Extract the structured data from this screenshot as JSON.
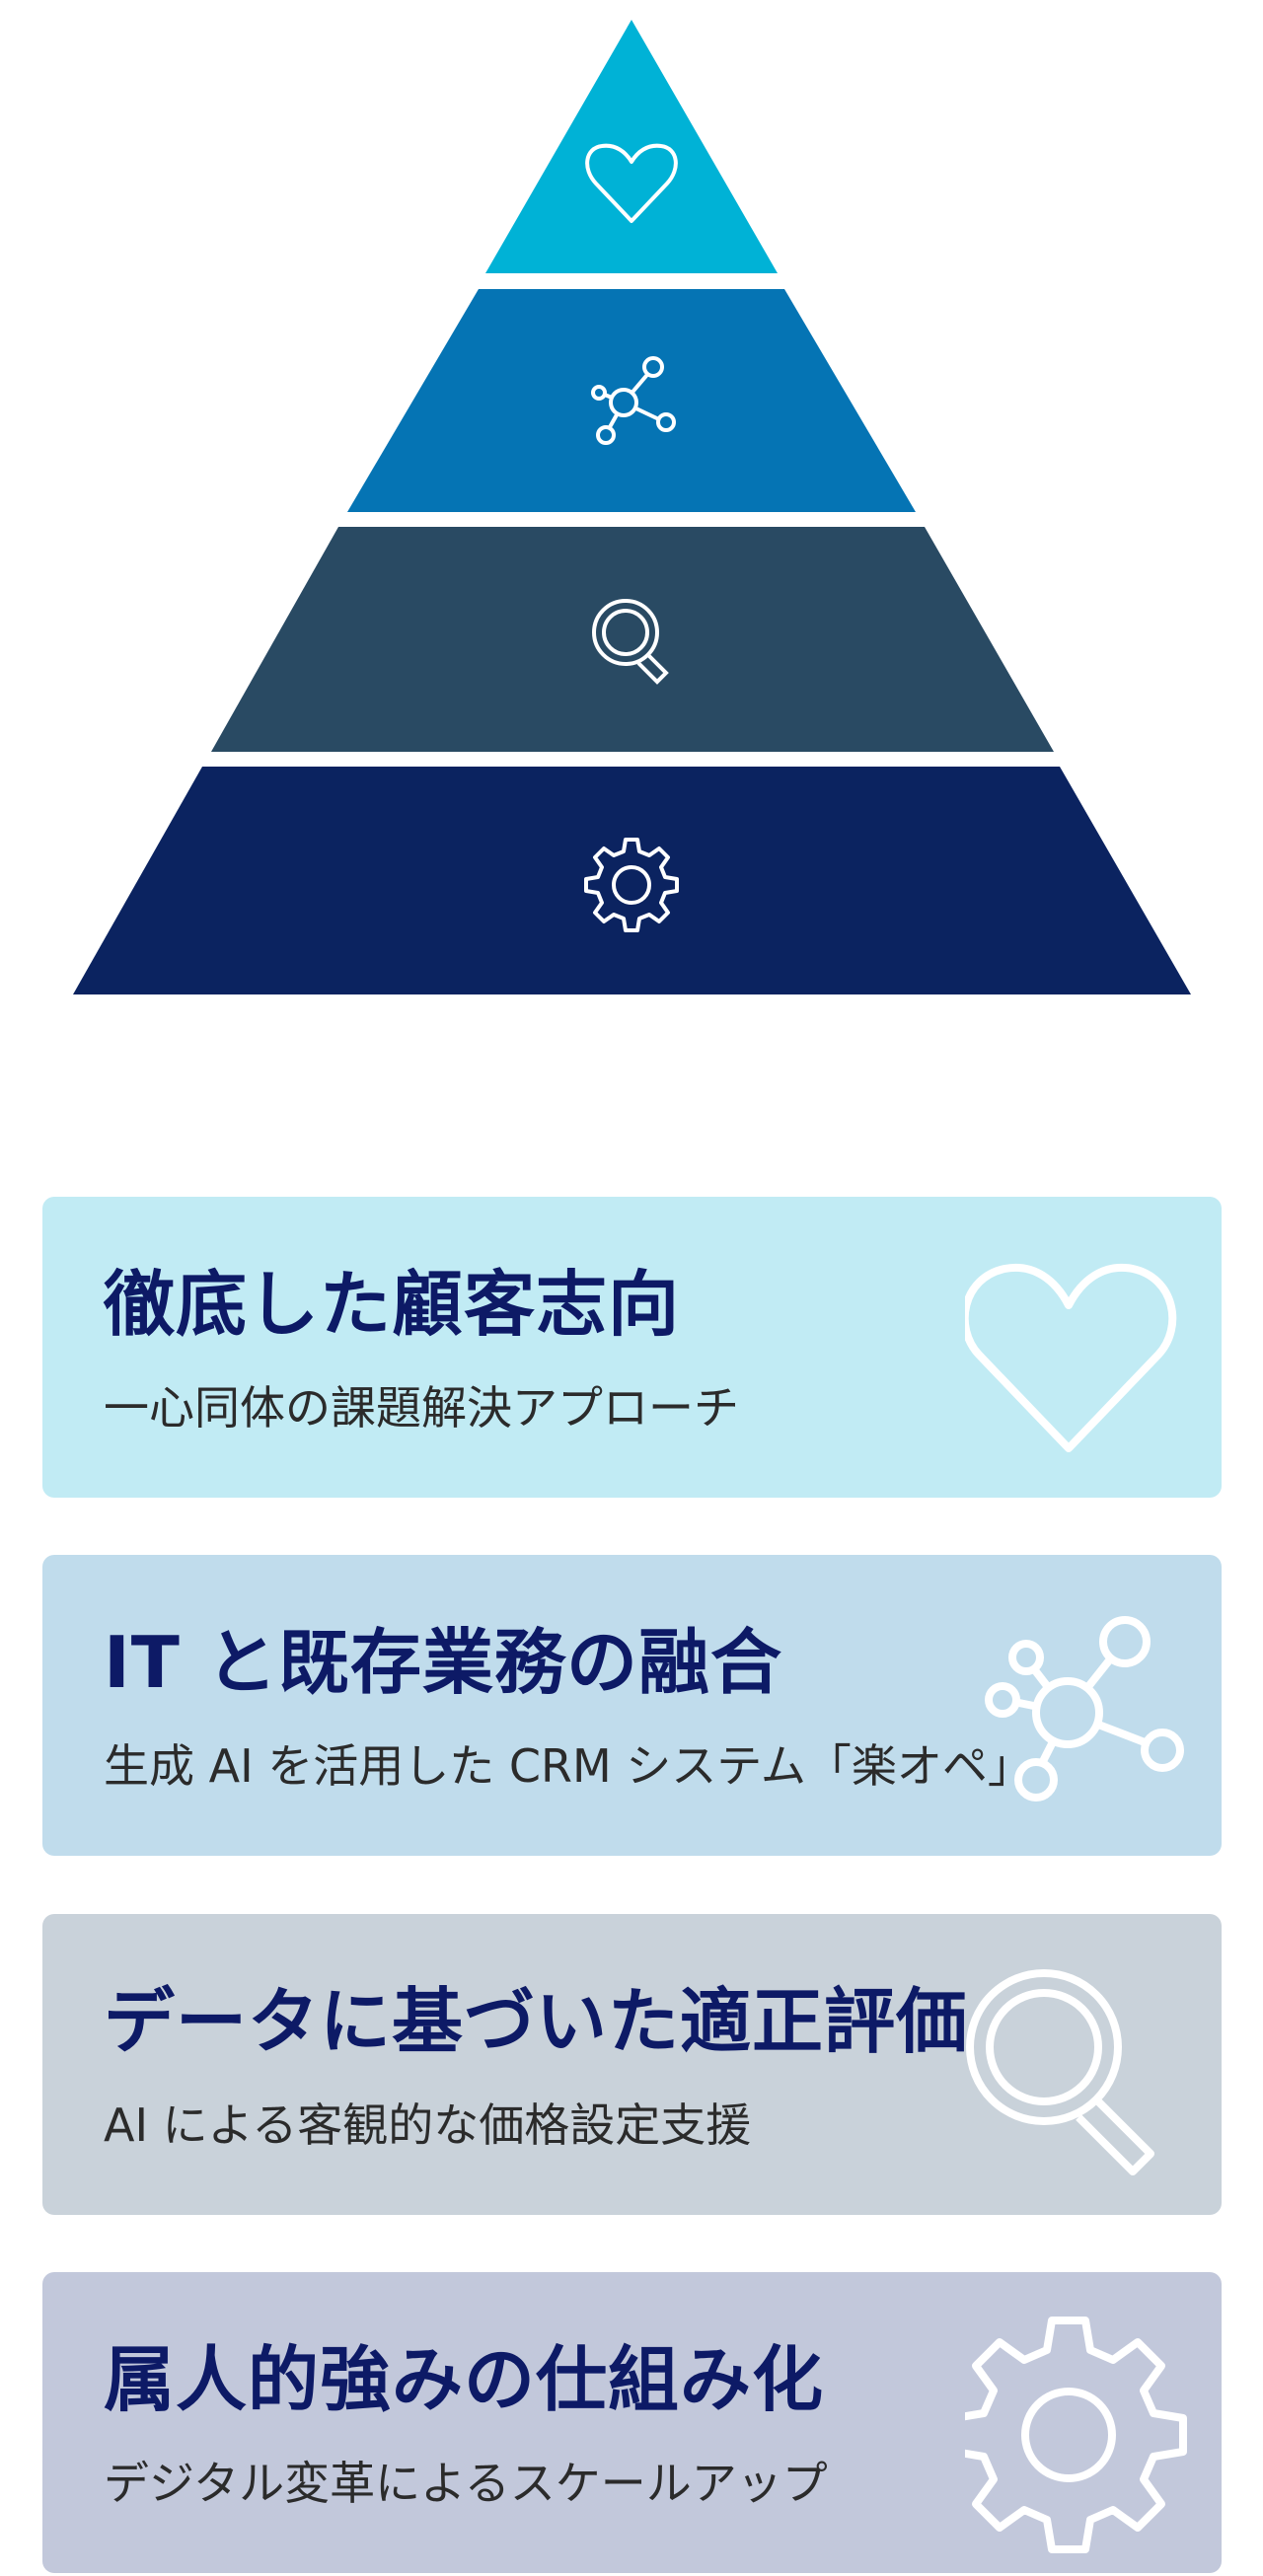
{
  "colors": {
    "tier1": "#00b2d6",
    "tier2": "#0574b4",
    "tier3": "#294a63",
    "tier4": "#0b2360",
    "card1_bg": "#c1ebf4",
    "card2_bg": "#c0dcec",
    "card3_bg": "#c9d2da",
    "card4_bg": "#c2c8db",
    "title_color": "#0d1a66",
    "icon_stroke": "#ffffff"
  },
  "pyramid": {
    "tiers": [
      {
        "icon": "heart-icon"
      },
      {
        "icon": "network-icon"
      },
      {
        "icon": "magnifier-icon"
      },
      {
        "icon": "gear-icon"
      }
    ]
  },
  "cards": [
    {
      "title": "徹底した顧客志向",
      "subtitle": "一心同体の課題解決アプローチ",
      "icon": "heart-icon"
    },
    {
      "title": "IT と既存業務の融合",
      "subtitle": "生成 AI を活用した CRM システム「楽オペ」",
      "icon": "network-icon"
    },
    {
      "title": "データに基づいた適正評価",
      "subtitle": "AI による客観的な価格設定支援",
      "icon": "magnifier-icon"
    },
    {
      "title": "属人的強みの仕組み化",
      "subtitle": "デジタル変革によるスケールアップ",
      "icon": "gear-icon"
    }
  ]
}
